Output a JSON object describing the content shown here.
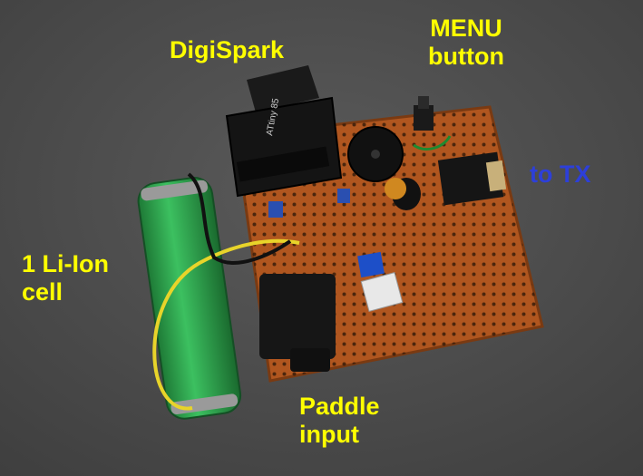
{
  "labels": {
    "digispark": "DigiSpark",
    "menu_line1": "MENU",
    "menu_line2": "button",
    "to_tx": "to TX",
    "liion_line1": "1 Li-Ion",
    "liion_line2": "cell",
    "paddle_line1": "Paddle",
    "paddle_line2": "input"
  },
  "chip_text": {
    "mcu": "ATtiny 85"
  },
  "colors": {
    "label_primary": "#ffff00",
    "label_tx": "#2d3fd9",
    "background": "#4a4a4a",
    "perfboard": "#b0561f",
    "battery": "#2fa84f",
    "module": "#141414"
  }
}
